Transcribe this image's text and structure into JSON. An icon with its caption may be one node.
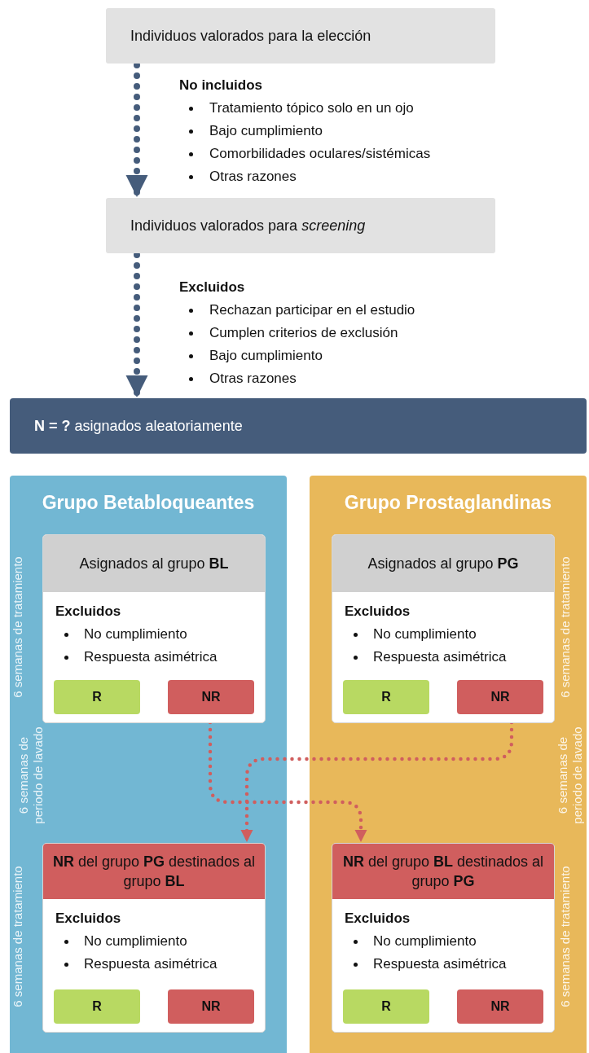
{
  "diagram": {
    "nodes": [
      {
        "text": [
          "Individuos valorados para la elección"
        ]
      },
      {
        "text": [
          "Individuos valorados para *screening*"
        ]
      },
      {
        "text": [
          "**N = ?** asignados aleatoriamente"
        ]
      },
      {
        "text": [
          "Grupo Betabloqueantes"
        ]
      },
      {
        "text": [
          "Grupo Prostaglandinas"
        ]
      },
      {
        "text": [
          "Asignados al grupo **BL**",
          "Excluidos",
          "No cumplimiento",
          "Respuesta asimétrica"
        ],
        "in": 3
      },
      {
        "text": [
          "R"
        ],
        "in": 5
      },
      {
        "text": [
          "NR"
        ],
        "in": 5
      },
      {
        "text": [
          "Asignados al grupo **PG**",
          "Excluidos",
          "No cumplimiento",
          "Respuesta asimétrica"
        ],
        "in": 4
      },
      {
        "text": [
          "R"
        ],
        "in": 8
      },
      {
        "text": [
          "NR"
        ],
        "in": 8
      },
      {
        "text": [
          "**NR** del grupo **PG** destinados al grupo **BL**",
          "Excluidos",
          "No cumplimiento",
          "Respuesta asimétrica"
        ],
        "in": 3
      },
      {
        "text": [
          "R"
        ],
        "in": 11
      },
      {
        "text": [
          "NR"
        ],
        "in": 11
      },
      {
        "text": [
          "**NR** del grupo **BL** destinados al grupo **PG**",
          "Excluidos",
          "No cumplimiento",
          "Respuesta asimétrica"
        ],
        "in": 4
      },
      {
        "text": [
          "R"
        ],
        "in": 14
      },
      {
        "text": [
          "NR"
        ],
        "in": 14
      }
    ],
    "edges": [
      {
        "from": 0,
        "to": 1,
        "arrow": "to",
        "style": "dashed"
      },
      {
        "from": 1,
        "to": 2,
        "arrow": "to",
        "style": "dashed"
      },
      {
        "from": 7,
        "to": 14,
        "arrow": "to",
        "style": "dashed",
        "color": "#d05e5e"
      },
      {
        "from": 10,
        "to": 11,
        "arrow": "to",
        "style": "dashed",
        "color": "#d05e5e"
      }
    ],
    "labels": [
      "No incluidos",
      "Tratamiento tópico solo en un ojo",
      "Bajo cumplimiento",
      "Comorbilidades oculares/sistémicas",
      "Otras razones",
      "Excluidos",
      "Rechazan participar en el estudio",
      "Cumplen criterios de exclusión",
      "Bajo cumplimiento",
      "Otras razones",
      "6 semanas de tratamiento",
      "6 semanas de periodo de lavado",
      "6 semanas de tratamiento",
      "6 semanas de tratamiento",
      "6 semanas de periodo de lavado",
      "6 semanas de tratamiento"
    ]
  }
}
